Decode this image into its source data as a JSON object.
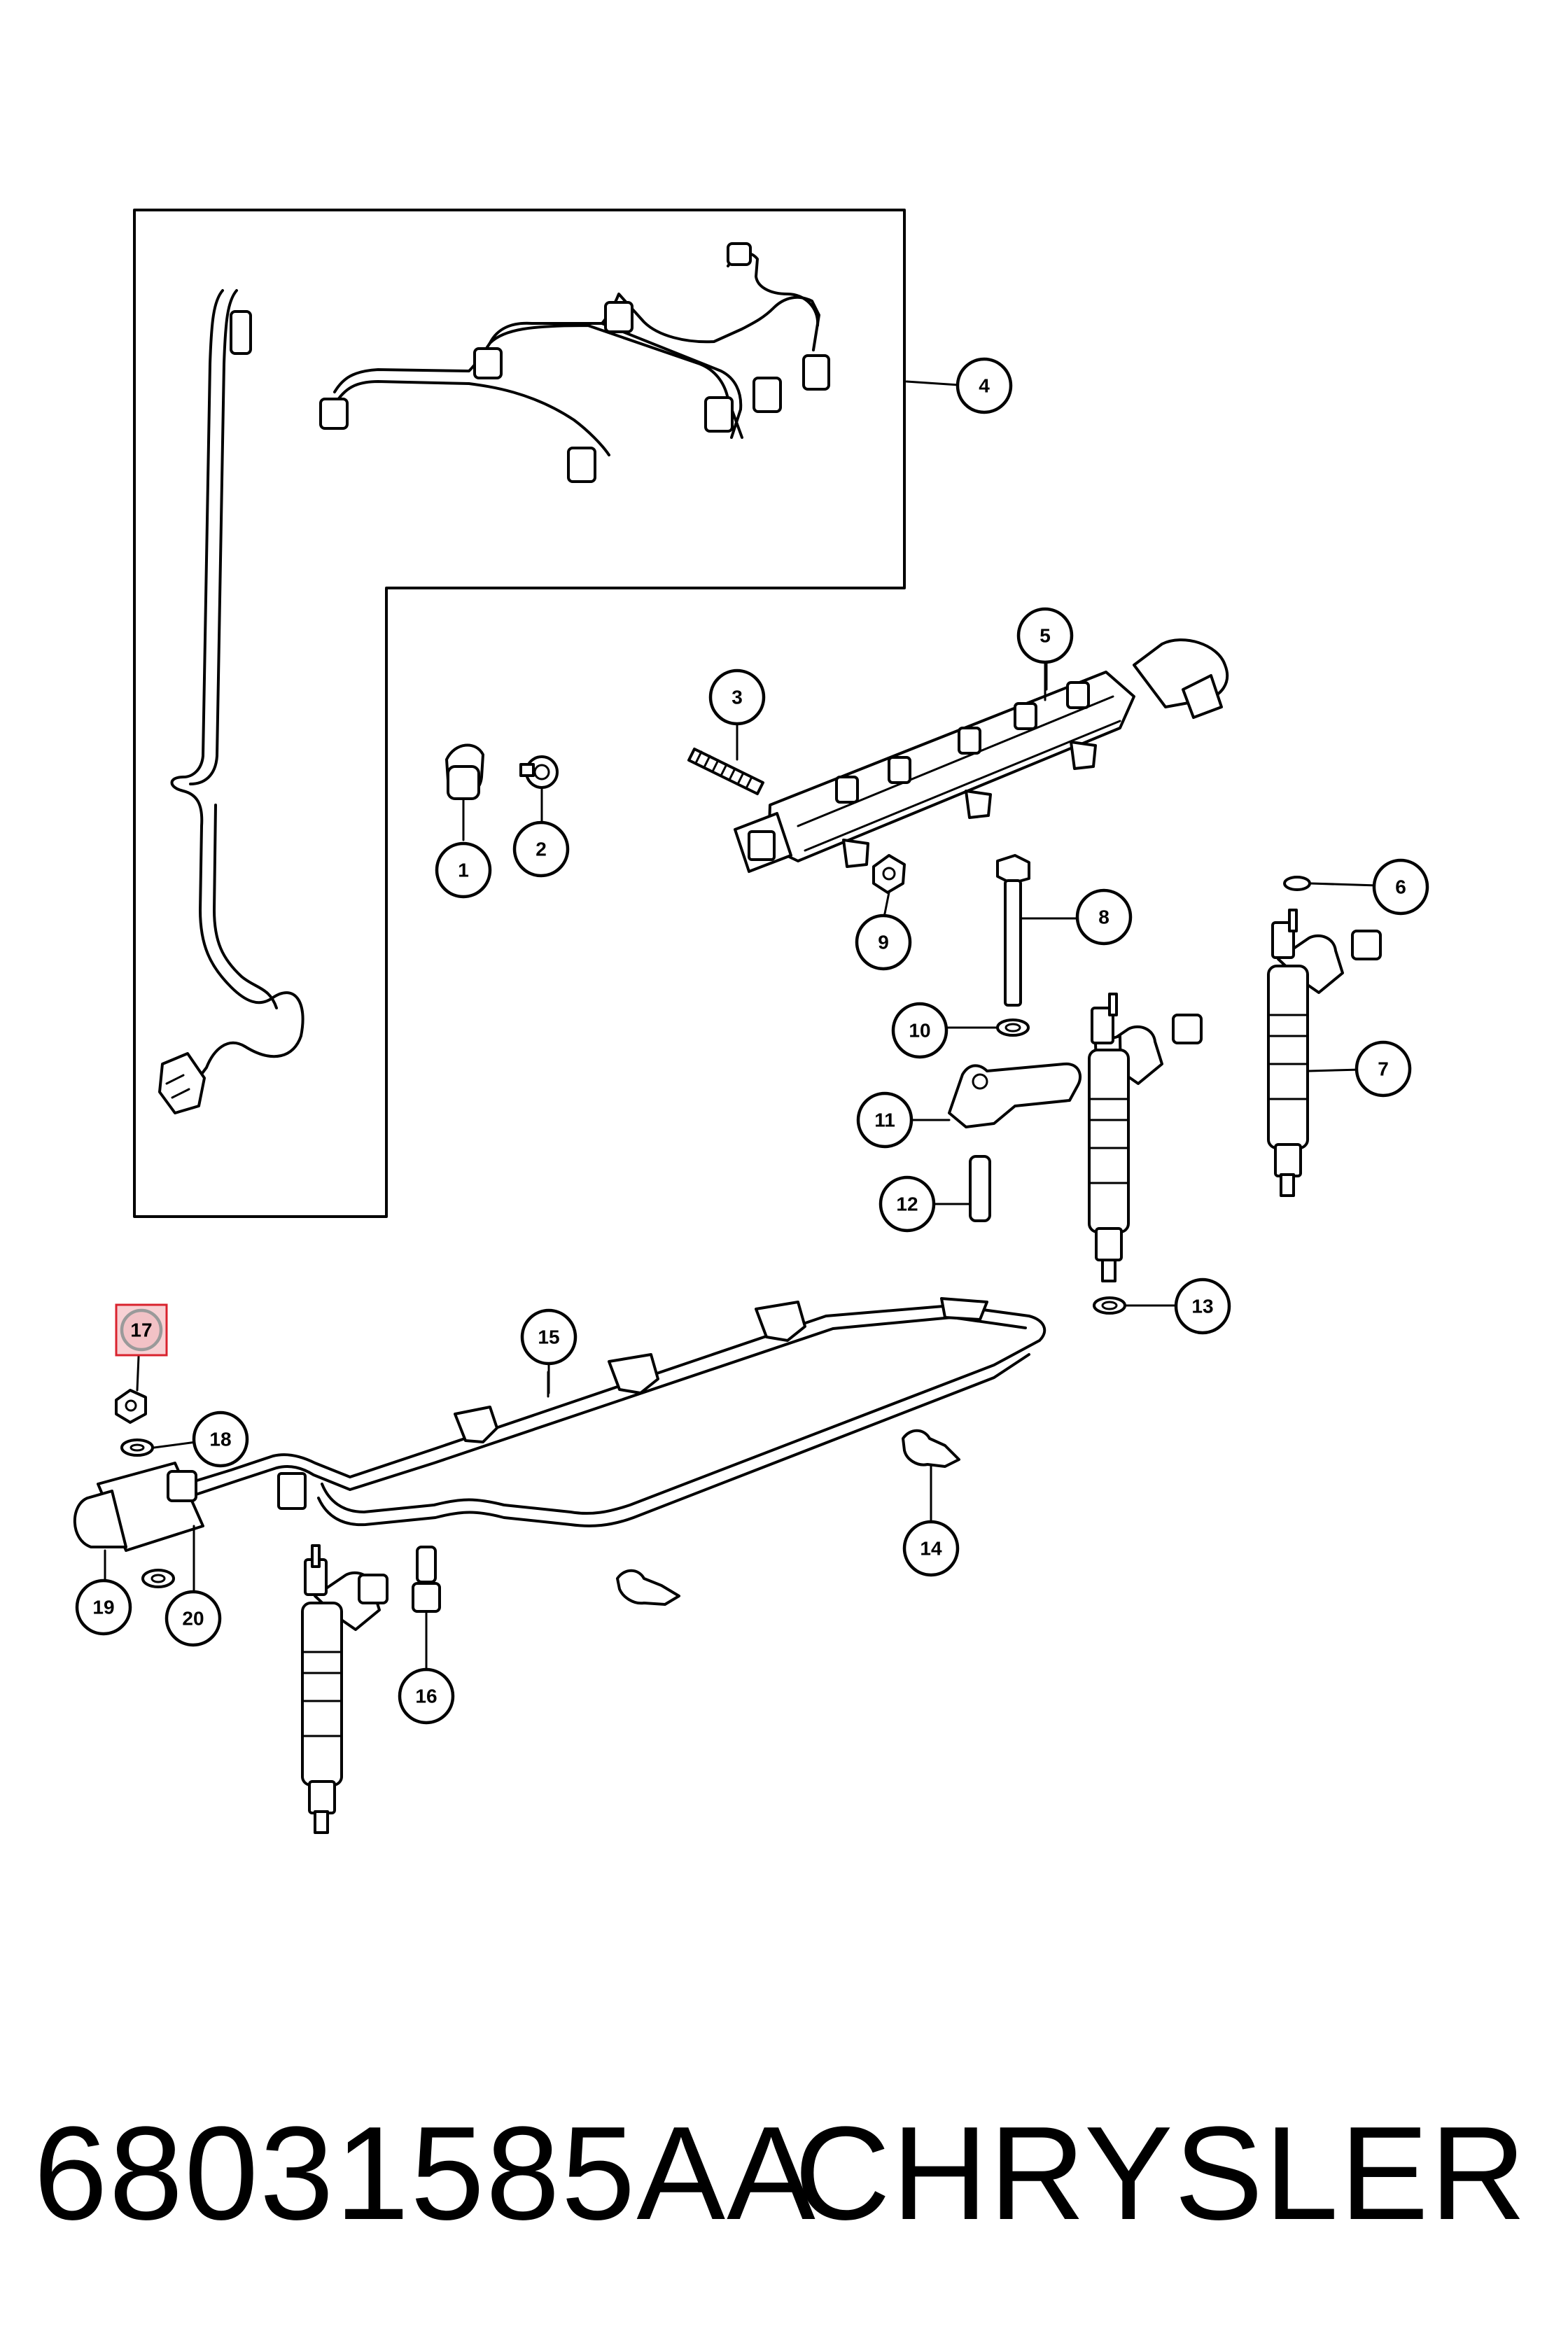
{
  "footer": {
    "part_number": "68031585AA",
    "brand": "CHRYSLER"
  },
  "callouts": [
    {
      "id": "c1",
      "label": "1"
    },
    {
      "id": "c2",
      "label": "2"
    },
    {
      "id": "c3",
      "label": "3"
    },
    {
      "id": "c4",
      "label": "4"
    },
    {
      "id": "c5",
      "label": "5"
    },
    {
      "id": "c6",
      "label": "6"
    },
    {
      "id": "c7",
      "label": "7"
    },
    {
      "id": "c8",
      "label": "8"
    },
    {
      "id": "c9",
      "label": "9"
    },
    {
      "id": "c10",
      "label": "10"
    },
    {
      "id": "c11",
      "label": "11"
    },
    {
      "id": "c12",
      "label": "12"
    },
    {
      "id": "c13",
      "label": "13"
    },
    {
      "id": "c14",
      "label": "14"
    },
    {
      "id": "c15",
      "label": "15"
    },
    {
      "id": "c16",
      "label": "16"
    },
    {
      "id": "c17",
      "label": "17"
    },
    {
      "id": "c18",
      "label": "18"
    },
    {
      "id": "c19",
      "label": "19"
    },
    {
      "id": "c20",
      "label": "20"
    }
  ],
  "highlighted_callout": "17",
  "colors": {
    "line": "#000000",
    "highlight_fill": "#f2c2c6",
    "highlight_stroke": "#d9232e",
    "background": "#ffffff"
  }
}
